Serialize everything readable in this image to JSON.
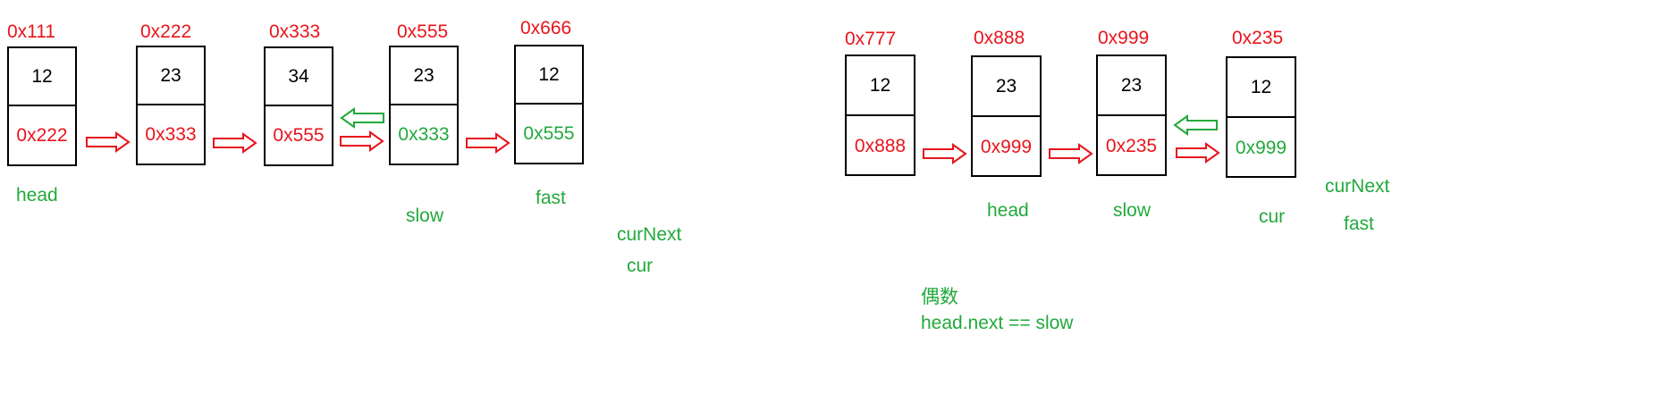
{
  "colors": {
    "address": "#e8141c",
    "pointer_label": "#22a93c",
    "border": "#000000"
  },
  "left_list": {
    "nodes": [
      {
        "addr": "0x111",
        "val": "12",
        "next": "0x222",
        "next_color": "red"
      },
      {
        "addr": "0x222",
        "val": "23",
        "next": "0x333",
        "next_color": "red"
      },
      {
        "addr": "0x333",
        "val": "34",
        "next": "0x555",
        "next_color": "red"
      },
      {
        "addr": "0x555",
        "val": "23",
        "next": "0x333",
        "next_color": "green"
      },
      {
        "addr": "0x666",
        "val": "12",
        "next": "0x555",
        "next_color": "green"
      }
    ],
    "labels": {
      "head": "head",
      "slow": "slow",
      "fast": "fast",
      "curNext": "curNext",
      "cur": "cur"
    }
  },
  "right_list": {
    "nodes": [
      {
        "addr": "0x777",
        "val": "12",
        "next": "0x888",
        "next_color": "red"
      },
      {
        "addr": "0x888",
        "val": "23",
        "next": "0x999",
        "next_color": "red"
      },
      {
        "addr": "0x999",
        "val": "23",
        "next": "0x235",
        "next_color": "red"
      },
      {
        "addr": "0x235",
        "val": "12",
        "next": "0x999",
        "next_color": "green"
      }
    ],
    "labels": {
      "head": "head",
      "slow": "slow",
      "cur": "cur",
      "curNext": "curNext",
      "fast": "fast"
    },
    "note": {
      "line1": "偶数",
      "line2": "head.next == slow"
    }
  }
}
